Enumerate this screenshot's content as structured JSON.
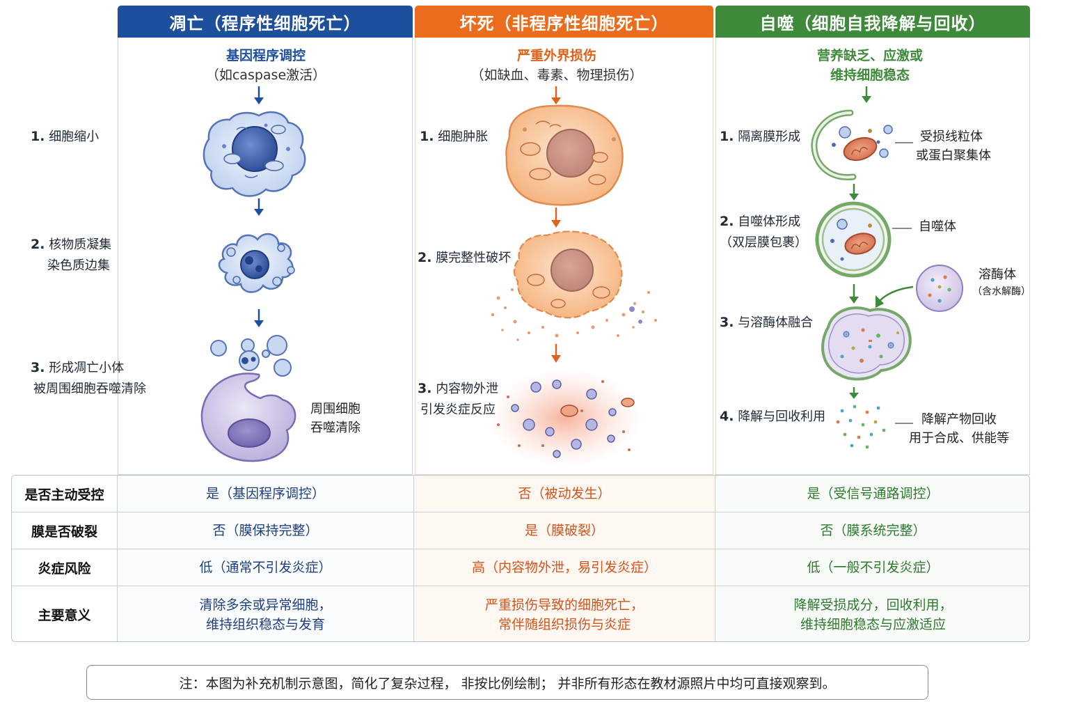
{
  "colors": {
    "apoptosis": "#1e4f9c",
    "necrosis": "#ea6c1c",
    "autophagy": "#3f8a3a"
  },
  "headers": {
    "apoptosis": "凋亡（程序性细胞死亡）",
    "necrosis": "坏死（非程序性细胞死亡）",
    "autophagy": "自噬（细胞自我降解与回收）"
  },
  "apoptosis": {
    "trigger_main": "基因程序调控",
    "trigger_sub": "（如caspase激活）",
    "steps": [
      {
        "num": "1.",
        "text": "细胞缩小"
      },
      {
        "num": "2.",
        "text": "核物质凝集",
        "text2": "染色质边集"
      },
      {
        "num": "3.",
        "text": "形成凋亡小体",
        "text2": "被周围细胞吞噬清除"
      }
    ],
    "phagocyte_label": [
      "周围细胞",
      "吞噬清除"
    ]
  },
  "necrosis": {
    "trigger_main": "严重外界损伤",
    "trigger_sub": "（如缺血、毒素、物理损伤）",
    "steps": [
      {
        "num": "1.",
        "text": "细胞肿胀"
      },
      {
        "num": "2.",
        "text": "膜完整性破坏"
      },
      {
        "num": "3.",
        "text": "内容物外泄",
        "text2": "引发炎症反应"
      }
    ]
  },
  "autophagy": {
    "trigger_main": [
      "营养缺乏、应激或",
      "维持细胞稳态"
    ],
    "steps": [
      {
        "num": "1.",
        "text": "隔离膜形成"
      },
      {
        "num": "2.",
        "text": "自噬体形成",
        "text2": "（双层膜包裹）"
      },
      {
        "num": "3.",
        "text": "与溶酶体融合"
      },
      {
        "num": "4.",
        "text": "降解与回收利用"
      }
    ],
    "labels": {
      "damaged": [
        "受损线粒体",
        "或蛋白聚集体"
      ],
      "autophagosome": "自噬体",
      "lysosome": "溶酶体",
      "lysosome_sub": "（含水解酶）",
      "products": [
        "降解产物回收",
        "用于合成、供能等"
      ]
    }
  },
  "table": {
    "rows": [
      {
        "head": "是否主动受控",
        "apoptosis": [
          "是（基因程序调控）"
        ],
        "necrosis": [
          "否（被动发生）"
        ],
        "autophagy": [
          "是（受信号通路调控）"
        ]
      },
      {
        "head": "膜是否破裂",
        "apoptosis": [
          "否（膜保持完整）"
        ],
        "necrosis": [
          "是（膜破裂）"
        ],
        "autophagy": [
          "否（膜系统完整）"
        ]
      },
      {
        "head": "炎症风险",
        "apoptosis": [
          "低（通常不引发炎症）"
        ],
        "necrosis": [
          "高（内容物外泄，易引发炎症）"
        ],
        "autophagy": [
          "低（一般不引发炎症）"
        ]
      },
      {
        "head": "主要意义",
        "apoptosis": [
          "清除多余或异常细胞，",
          "维持组织稳态与发育"
        ],
        "necrosis": [
          "严重损伤导致的细胞死亡，",
          "常伴随组织损伤与炎症"
        ],
        "autophagy": [
          "降解受损成分，回收利用，",
          "维持细胞稳态与应激适应"
        ]
      }
    ]
  },
  "note": "注：本图为补充机制示意图，简化了复杂过程， 非按比例绘制； 并非所有形态在教材源照片中均可直接观察到。"
}
